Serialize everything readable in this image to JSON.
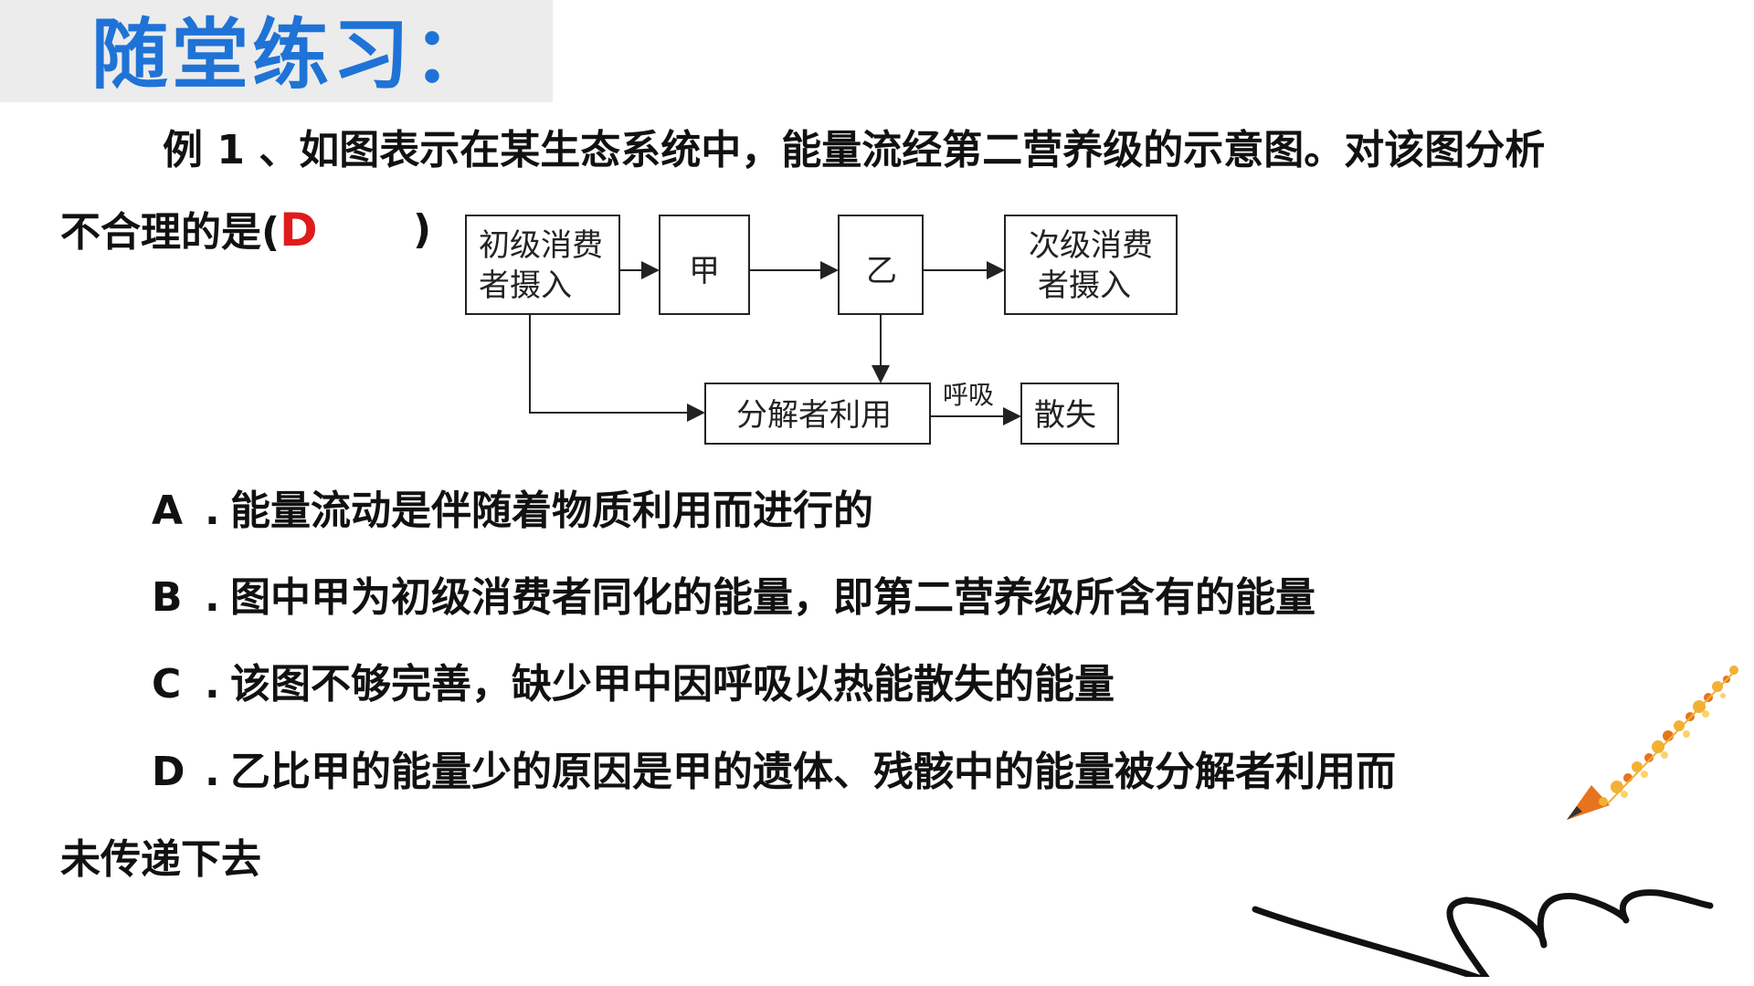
{
  "title": "随堂练习：",
  "question": {
    "line1": "例 1 、如图表示在某生态系统中，能量流经第二营养级的示意图。对该图分析",
    "line2": "不合理的是(",
    "answer": "D",
    "close_paren": ")"
  },
  "diagram": {
    "node_primary_l1": "初级消费",
    "node_primary_l2": "者摄入",
    "node_jia": "甲",
    "node_yi": "乙",
    "node_secondary_l1": "次级消费",
    "node_secondary_l2": "者摄入",
    "node_decomposer": "分解者利用",
    "label_respiration": "呼吸",
    "node_lost": "散失"
  },
  "options": [
    {
      "letter": "A",
      "text": "能量流动是伴随着物质利用而进行的"
    },
    {
      "letter": "B",
      "text": "图中甲为初级消费者同化的能量，即第二营养级所含有的能量"
    },
    {
      "letter": "C",
      "text": "该图不够完善，缺少甲中因呼吸以热能散失的能量"
    },
    {
      "letter": "D",
      "text": "乙比甲的能量少的原因是甲的遗体、残骸中的能量被分解者利用而"
    }
  ],
  "option_d_continuation": "未传递下去",
  "colors": {
    "title": "#1f73d6",
    "title_bg": "#ececec",
    "answer": "#e01b1b",
    "pencil_body": "#f2b133",
    "pencil_tip": "#e8731e"
  },
  "icons": [
    "pencil-icon",
    "scribble-line"
  ]
}
